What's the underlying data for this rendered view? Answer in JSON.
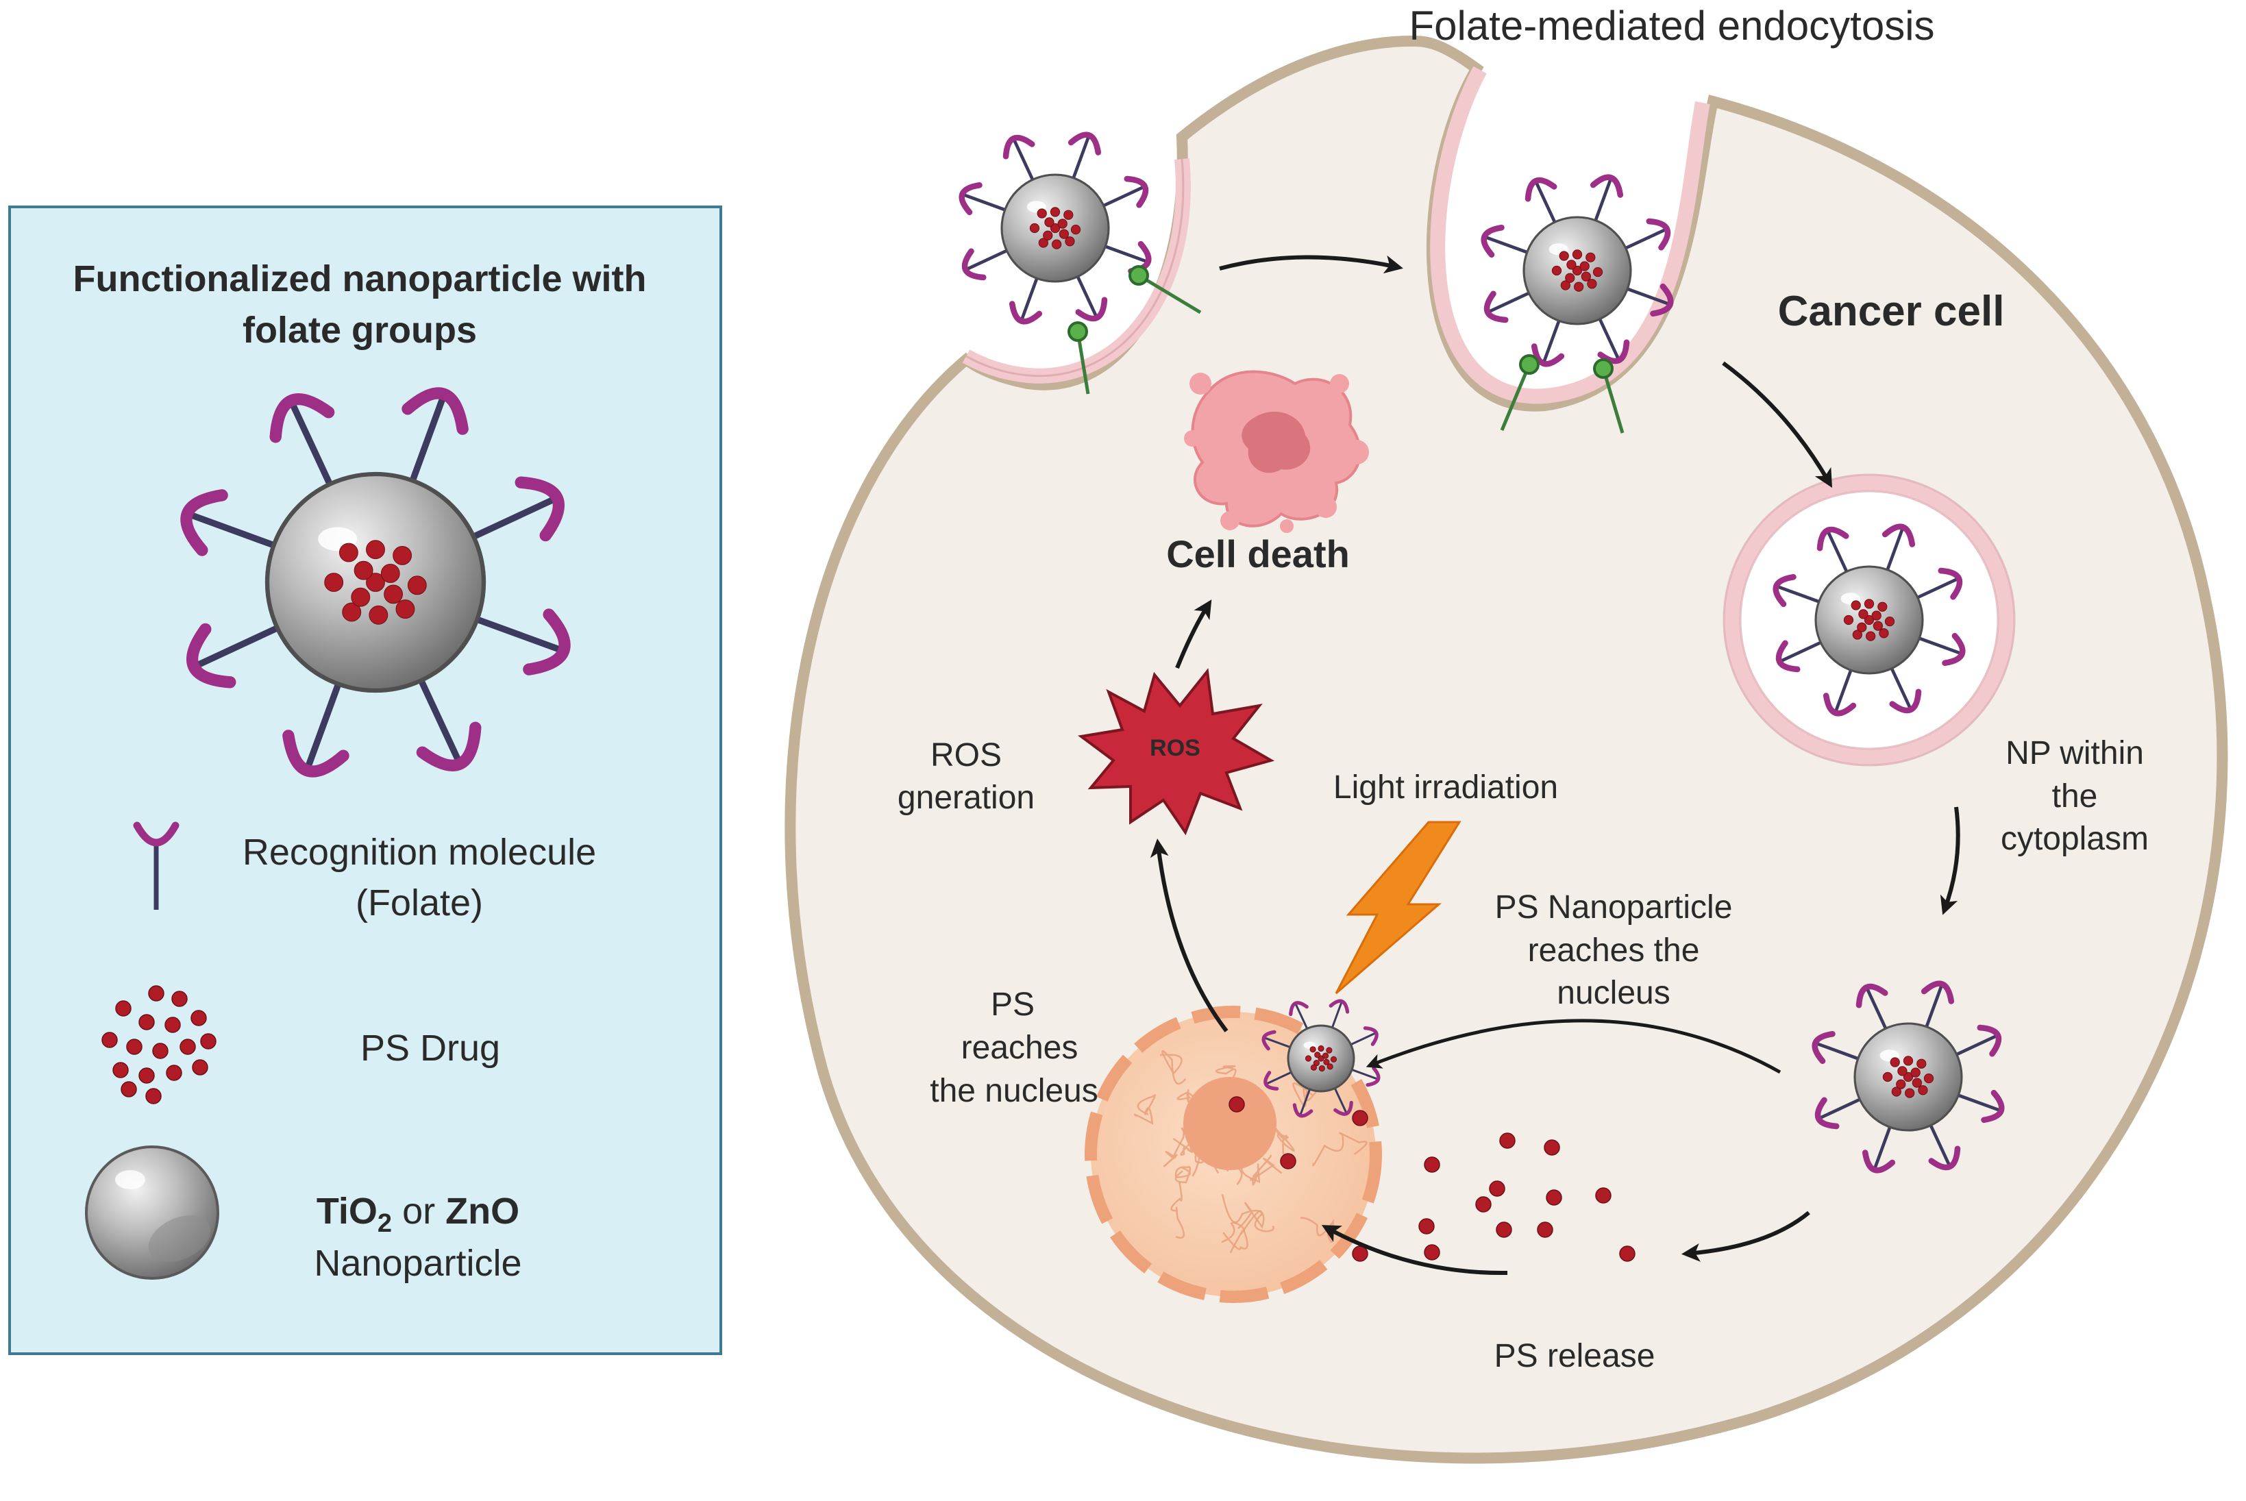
{
  "legend": {
    "title_line1": "Functionalized nanoparticle with",
    "title_line2": "folate groups",
    "recognition_line1": "Recognition molecule",
    "recognition_line2": "(Folate)",
    "drug": "PS Drug",
    "np_tio": "TiO",
    "np_sub": "2",
    "np_or": " or ",
    "np_zno": "ZnO",
    "np_line2": "Nanoparticle"
  },
  "cell": {
    "endocytosis_title": "Folate-mediated endocytosis",
    "cancer_cell": "Cancer cell",
    "cell_death": "Cell death",
    "ros_badge": "ROS",
    "ros_gen_line1": "ROS",
    "ros_gen_line2": "gneration",
    "light": "Light irradiation",
    "np_cyto_line1": "NP  within",
    "np_cyto_line2": "the",
    "np_cyto_line3": "cytoplasm",
    "psnp_line1": "PS Nanoparticle",
    "psnp_line2": "reaches the",
    "psnp_line3": "nucleus",
    "ps_nuc_line1": "PS",
    "ps_nuc_line2": "reaches",
    "ps_nuc_line3": "the nucleus",
    "ps_release": "PS release"
  },
  "colors": {
    "panel_bg": "#d9eff6",
    "panel_border": "#3e7b93",
    "cell_fill": "#f3efe8",
    "membrane": "#c2b097",
    "vesicle_pink": "#f2c9cd",
    "folate": "#9e2f86",
    "drug_red": "#b01c26",
    "death_text": "#9b1c1c",
    "ros_red": "#c8283a",
    "lightning": "#f18a1d",
    "nucleus": "#f7c8a8"
  }
}
